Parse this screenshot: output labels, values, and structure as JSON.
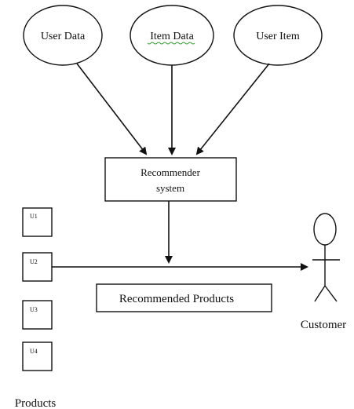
{
  "nodes": {
    "user_data": "User Data",
    "item_data": "Item Data",
    "user_item": "User Item",
    "recommender_line1": "Recommender",
    "recommender_line2": "system",
    "recommended_products": "Recommended Products",
    "customer": "Customer",
    "products": "Products"
  },
  "product_boxes": [
    "U1",
    "U2",
    "U3",
    "U4"
  ],
  "colors": {
    "stroke": "#111111",
    "spellcheck_underline": "#3a9a3a",
    "background": "#ffffff"
  }
}
